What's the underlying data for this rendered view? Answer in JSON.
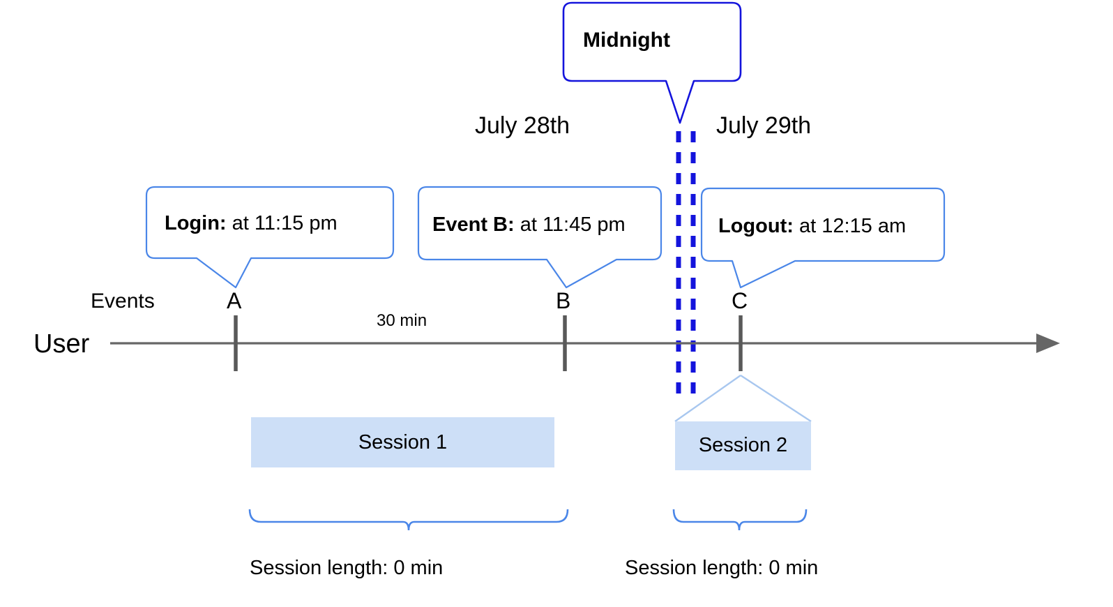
{
  "diagram": {
    "title_callout": {
      "label": "Midnight",
      "border_color": "#1414dc"
    },
    "dates": [
      {
        "label": "July 28th"
      },
      {
        "label": "July 29th"
      }
    ],
    "event_callouts": [
      {
        "bold": "Login:",
        "rest": " at 11:15 pm",
        "target": "A"
      },
      {
        "bold": "Event B:",
        "rest": " at 11:45 pm",
        "target": "B"
      },
      {
        "bold": "Logout:",
        "rest": " at 12:15 am",
        "target": "C"
      }
    ],
    "axis": {
      "row_label": "User",
      "events_label": "Events",
      "line_color": "#666666",
      "ticks": [
        {
          "label": "A"
        },
        {
          "label": "B"
        },
        {
          "label": "C"
        }
      ],
      "gap_label": "30 min"
    },
    "sessions": [
      {
        "label": "Session 1",
        "length_label": "Session length: 0 min"
      },
      {
        "label": "Session 2",
        "length_label": "Session length: 0 min"
      }
    ],
    "colors": {
      "session_fill": "#cddff7",
      "callout_border": "#4a86e8",
      "midnight_line": "#1414dc",
      "brace": "#4a86e8",
      "leader": "#a8c7ef"
    }
  }
}
